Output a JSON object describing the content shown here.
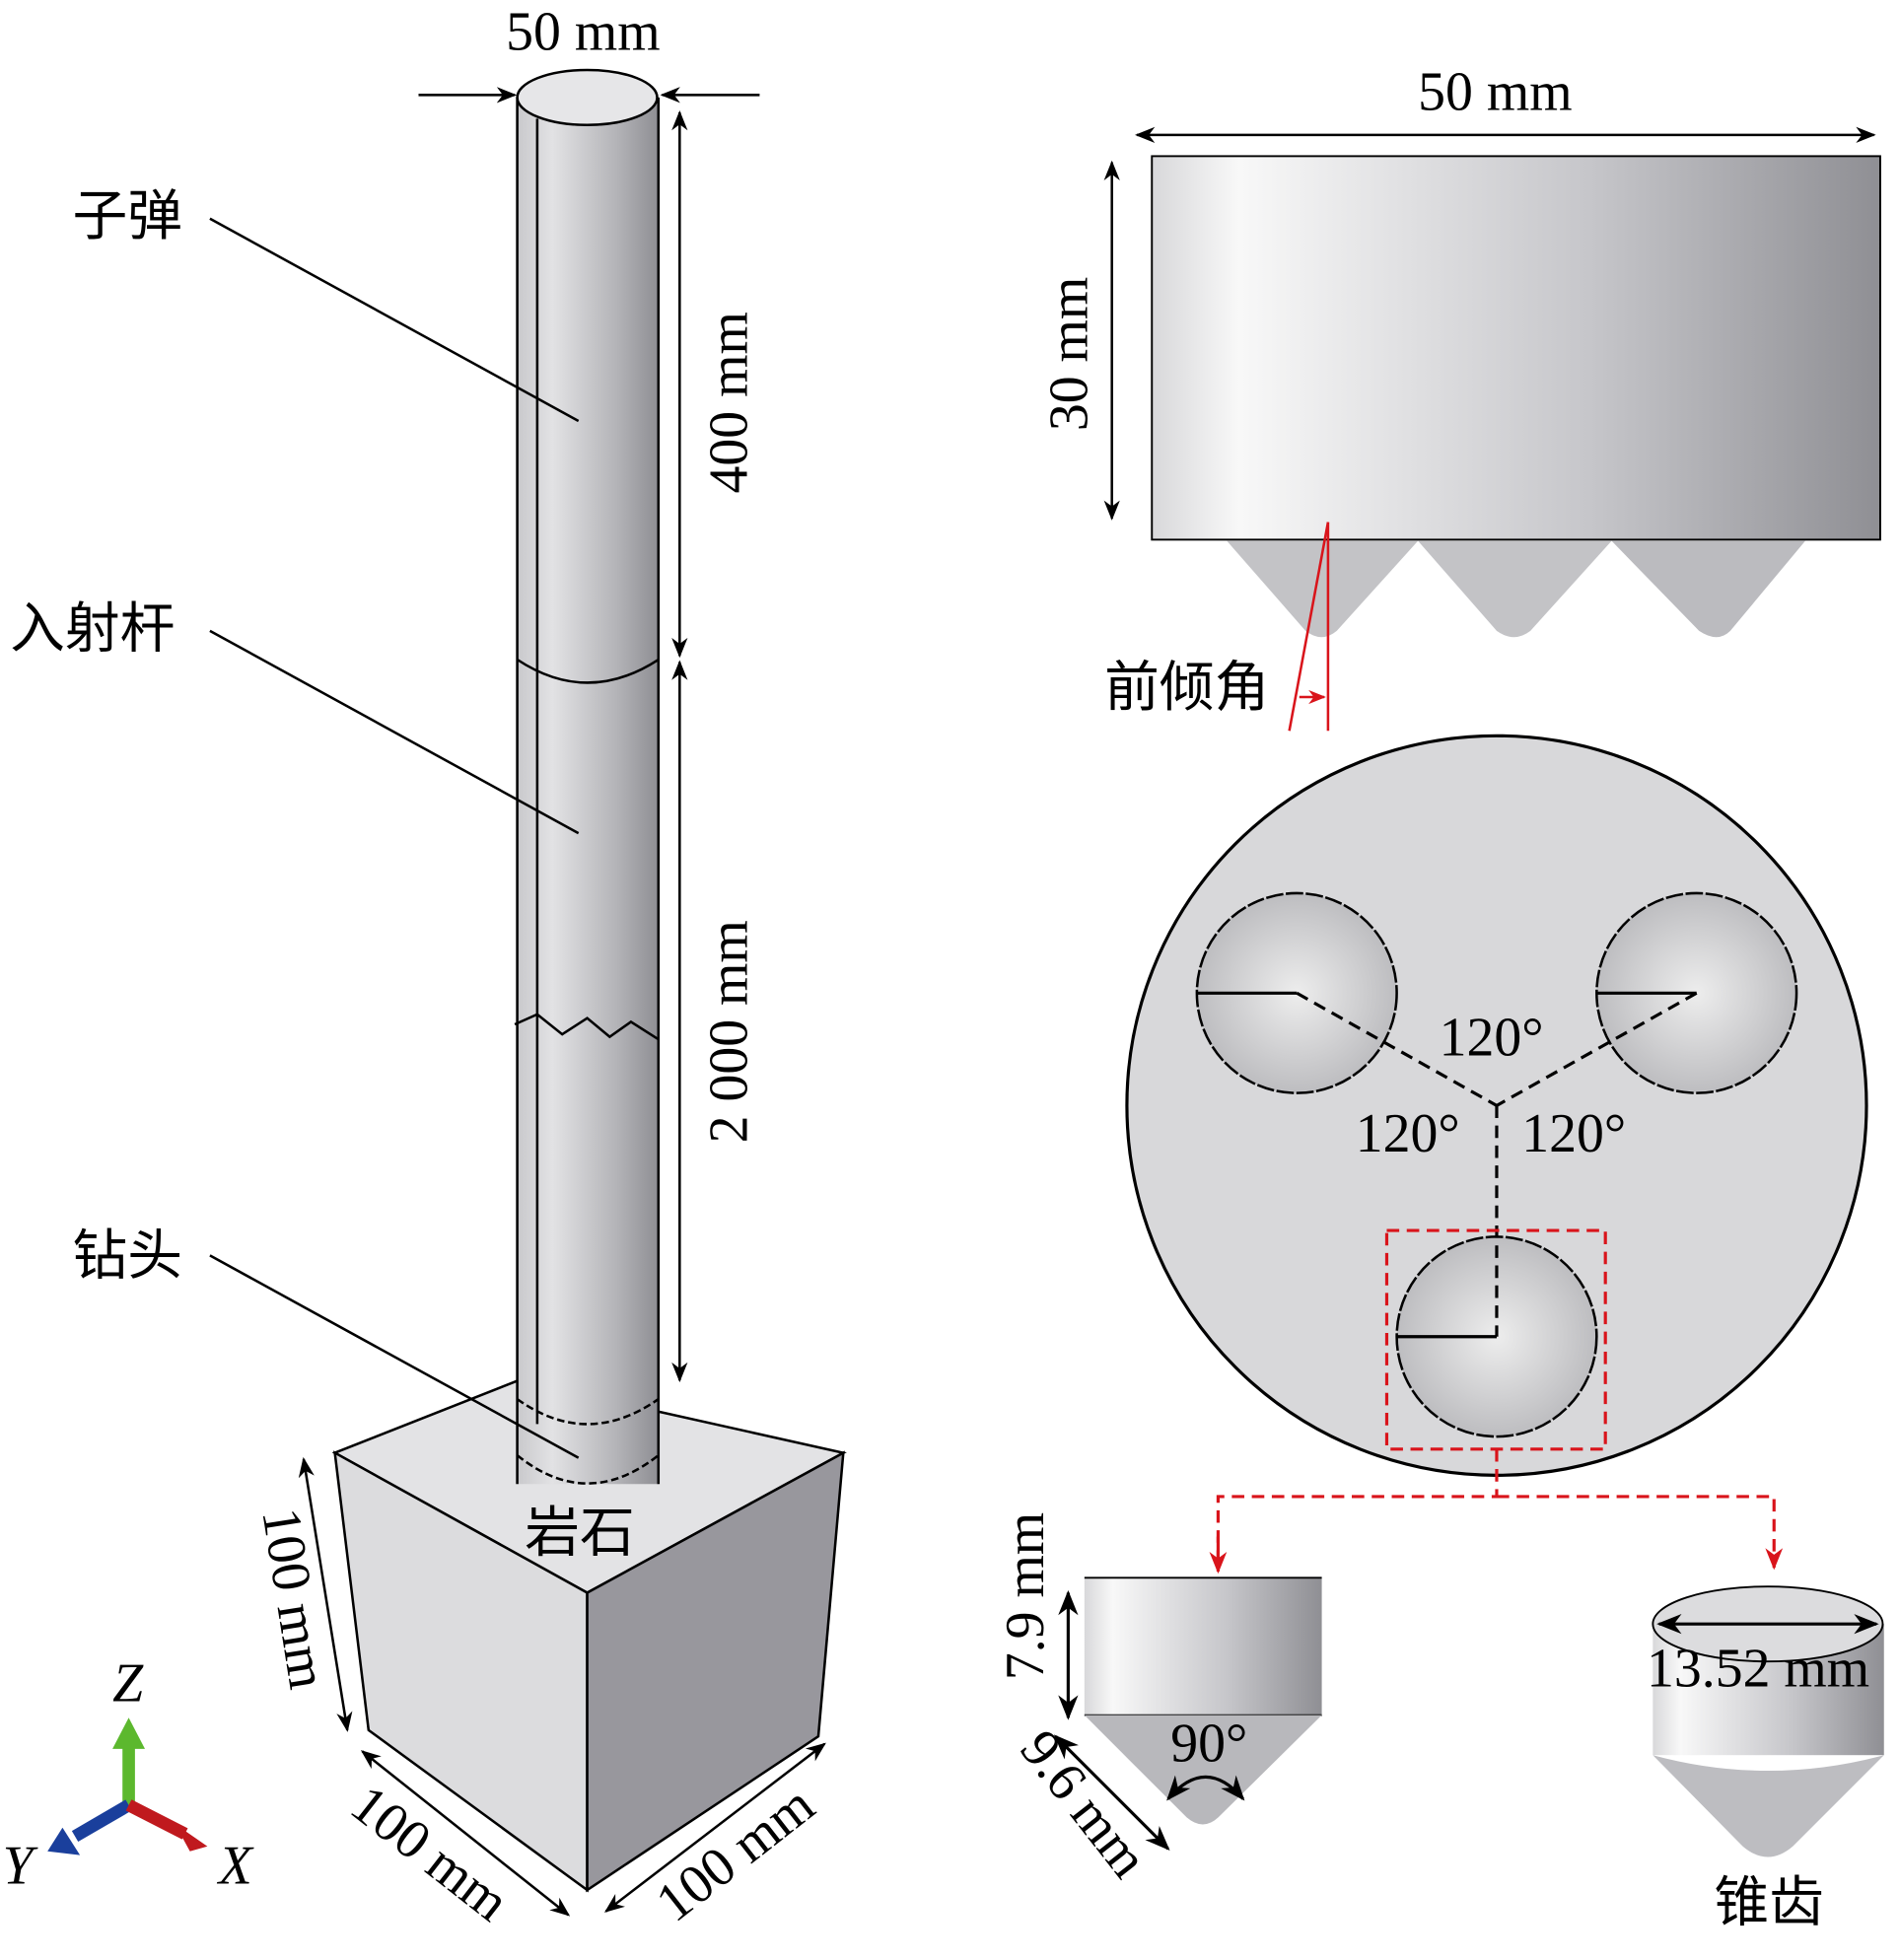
{
  "labels": {
    "bullet": "子弹",
    "incident_bar": "入射杆",
    "drill_bit": "钻头",
    "rock": "岩石",
    "rake_angle": "前倾角",
    "cone_tooth": "锥齿"
  },
  "dimensions": {
    "bar_diameter": "50 mm",
    "bullet_length": "400 mm",
    "bar_length": "2 000 mm",
    "rock_height": "100 mm",
    "rock_width": "100 mm",
    "rock_depth": "100 mm",
    "bit_diameter": "50 mm",
    "bit_height": "30 mm",
    "angle_a": "120°",
    "angle_b": "120°",
    "angle_c": "120°",
    "tooth_height": "7.9 mm",
    "tooth_slant": "9.6 mm",
    "tooth_angle": "90°",
    "tooth_diameter": "13.52 mm"
  },
  "axes": {
    "z": "Z",
    "y": "Y",
    "x": "X"
  },
  "colors": {
    "accent_red": "#d9141b",
    "x_axis": "#c0191e",
    "y_axis": "#1a3f9c",
    "z_axis": "#5cb82e"
  }
}
